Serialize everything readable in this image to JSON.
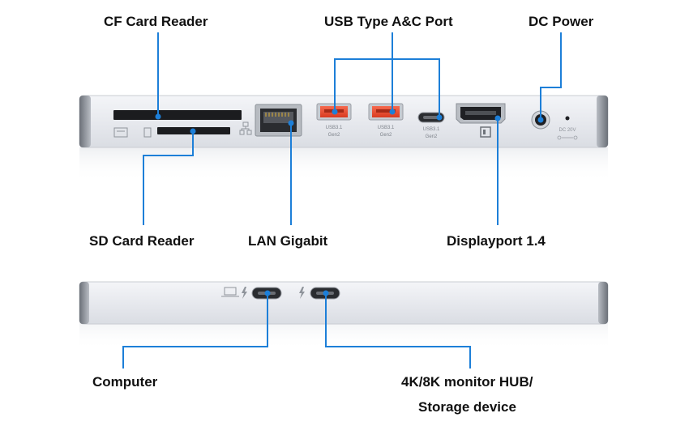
{
  "labels": {
    "cf_card_reader": "CF Card Reader",
    "usb_ports": "USB Type A&C Port",
    "dc_power": "DC Power",
    "sd_card_reader": "SD Card Reader",
    "lan_gigabit": "LAN Gigabit",
    "displayport": "Displayport 1.4",
    "computer": "Computer",
    "monitor_hub_line1": "4K/8K monitor HUB/",
    "monitor_hub_line2": "Storage device"
  },
  "port_text": {
    "usb_a1_line1": "USB3.1",
    "usb_a1_line2": "Gen2",
    "usb_a2_line1": "USB3.1",
    "usb_a2_line2": "Gen2",
    "usb_c_line1": "USB3.1",
    "usb_c_line2": "Gen2",
    "dc_rating": "DC 20V"
  },
  "colors": {
    "callout_line": "#1d7fd8",
    "usb_a_port": "#e8452b",
    "device_body": "#eceef2"
  },
  "icons": [
    "sd-card-icon",
    "sim-card-icon",
    "network-icon",
    "displayport-icon",
    "laptop-icon",
    "thunderbolt-icon"
  ]
}
